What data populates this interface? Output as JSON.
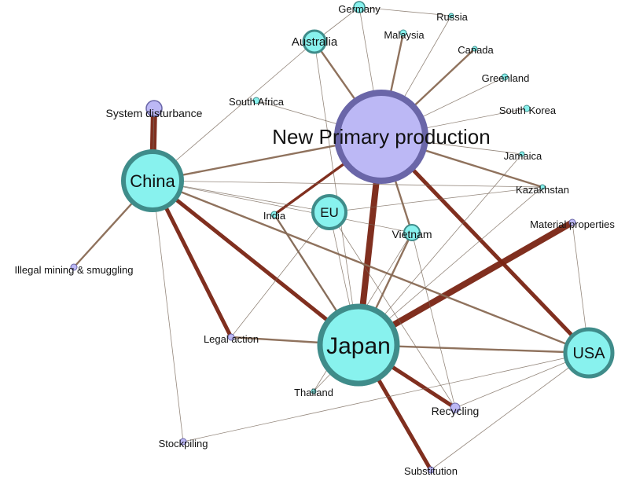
{
  "colors": {
    "country_fill": "#88f2ee",
    "country_stroke": "#3f8c8a",
    "topic_fill": "#bcb8f5",
    "topic_stroke": "#6a66a8",
    "edge_thin": "#7a6a5c",
    "edge_mid": "#8a6b55",
    "edge_strong": "#7a2414"
  },
  "nodes": [
    {
      "id": "npp",
      "label": "New Primary production",
      "kind": "topic"
    },
    {
      "id": "japan",
      "label": "Japan",
      "kind": "country"
    },
    {
      "id": "china",
      "label": "China",
      "kind": "country"
    },
    {
      "id": "usa",
      "label": "USA",
      "kind": "country"
    },
    {
      "id": "eu",
      "label": "EU",
      "kind": "country"
    },
    {
      "id": "australia",
      "label": "Australia",
      "kind": "country"
    },
    {
      "id": "vietnam",
      "label": "Vietnam",
      "kind": "country"
    },
    {
      "id": "germany",
      "label": "Germany",
      "kind": "country"
    },
    {
      "id": "russia",
      "label": "Russia",
      "kind": "country"
    },
    {
      "id": "malaysia",
      "label": "Malaysia",
      "kind": "country"
    },
    {
      "id": "canada",
      "label": "Canada",
      "kind": "country"
    },
    {
      "id": "greenland",
      "label": "Greenland",
      "kind": "country"
    },
    {
      "id": "southkorea",
      "label": "South Korea",
      "kind": "country"
    },
    {
      "id": "southafrica",
      "label": "South Africa",
      "kind": "country"
    },
    {
      "id": "jamaica",
      "label": "Jamaica",
      "kind": "country"
    },
    {
      "id": "kazakhstan",
      "label": "Kazakhstan",
      "kind": "country"
    },
    {
      "id": "india",
      "label": "India",
      "kind": "country"
    },
    {
      "id": "thailand",
      "label": "Thailand",
      "kind": "country"
    },
    {
      "id": "sysdist",
      "label": "System disturbance",
      "kind": "topic"
    },
    {
      "id": "illegal",
      "label": "Illegal mining & smuggling",
      "kind": "topic"
    },
    {
      "id": "legal",
      "label": "Legal action",
      "kind": "topic"
    },
    {
      "id": "matprop",
      "label": "Material properties",
      "kind": "topic"
    },
    {
      "id": "recycling",
      "label": "Recycling",
      "kind": "topic"
    },
    {
      "id": "stockpiling",
      "label": "Stockpiling",
      "kind": "topic"
    },
    {
      "id": "substitution",
      "label": "Substitution",
      "kind": "topic"
    }
  ],
  "edges": [
    {
      "from": "china",
      "to": "sysdist",
      "weight": 5
    },
    {
      "from": "japan",
      "to": "npp",
      "weight": 5
    },
    {
      "from": "japan",
      "to": "matprop",
      "weight": 5
    },
    {
      "from": "npp",
      "to": "usa",
      "weight": 4
    },
    {
      "from": "china",
      "to": "japan",
      "weight": 4
    },
    {
      "from": "china",
      "to": "legal",
      "weight": 4
    },
    {
      "from": "japan",
      "to": "recycling",
      "weight": 4
    },
    {
      "from": "japan",
      "to": "substitution",
      "weight": 4
    },
    {
      "from": "npp",
      "to": "india",
      "weight": 3
    },
    {
      "from": "npp",
      "to": "australia",
      "weight": 2
    },
    {
      "from": "npp",
      "to": "china",
      "weight": 2
    },
    {
      "from": "npp",
      "to": "malaysia",
      "weight": 2
    },
    {
      "from": "npp",
      "to": "canada",
      "weight": 2
    },
    {
      "from": "npp",
      "to": "vietnam",
      "weight": 2
    },
    {
      "from": "npp",
      "to": "kazakhstan",
      "weight": 2
    },
    {
      "from": "china",
      "to": "illegal",
      "weight": 2
    },
    {
      "from": "japan",
      "to": "vietnam",
      "weight": 2
    },
    {
      "from": "japan",
      "to": "legal",
      "weight": 2
    },
    {
      "from": "japan",
      "to": "usa",
      "weight": 2
    },
    {
      "from": "japan",
      "to": "india",
      "weight": 2
    },
    {
      "from": "china",
      "to": "usa",
      "weight": 2
    },
    {
      "from": "china",
      "to": "eu",
      "weight": 1
    },
    {
      "from": "npp",
      "to": "germany",
      "weight": 1
    },
    {
      "from": "npp",
      "to": "russia",
      "weight": 1
    },
    {
      "from": "npp",
      "to": "greenland",
      "weight": 1
    },
    {
      "from": "npp",
      "to": "southkorea",
      "weight": 1
    },
    {
      "from": "npp",
      "to": "jamaica",
      "weight": 1
    },
    {
      "from": "npp",
      "to": "southafrica",
      "weight": 1
    },
    {
      "from": "germany",
      "to": "russia",
      "weight": 1
    },
    {
      "from": "australia",
      "to": "china",
      "weight": 1
    },
    {
      "from": "australia",
      "to": "germany",
      "weight": 1
    },
    {
      "from": "australia",
      "to": "japan",
      "weight": 1
    },
    {
      "from": "china",
      "to": "stockpiling",
      "weight": 1
    },
    {
      "from": "china",
      "to": "kazakhstan",
      "weight": 1
    },
    {
      "from": "china",
      "to": "vietnam",
      "weight": 1
    },
    {
      "from": "japan",
      "to": "eu",
      "weight": 1
    },
    {
      "from": "japan",
      "to": "kazakhstan",
      "weight": 1
    },
    {
      "from": "japan",
      "to": "jamaica",
      "weight": 1
    },
    {
      "from": "japan",
      "to": "thailand",
      "weight": 1
    },
    {
      "from": "eu",
      "to": "legal",
      "weight": 1
    },
    {
      "from": "eu",
      "to": "kazakhstan",
      "weight": 1
    },
    {
      "from": "usa",
      "to": "stockpiling",
      "weight": 1
    },
    {
      "from": "usa",
      "to": "substitution",
      "weight": 1
    },
    {
      "from": "usa",
      "to": "matprop",
      "weight": 1
    },
    {
      "from": "usa",
      "to": "recycling",
      "weight": 1
    },
    {
      "from": "vietnam",
      "to": "recycling",
      "weight": 1
    },
    {
      "from": "recycling",
      "to": "eu",
      "weight": 1
    },
    {
      "from": "india",
      "to": "japan",
      "weight": 1
    },
    {
      "from": "thailand",
      "to": "vietnam",
      "weight": 1
    },
    {
      "from": "sysdist",
      "to": "china",
      "weight": 1
    }
  ]
}
